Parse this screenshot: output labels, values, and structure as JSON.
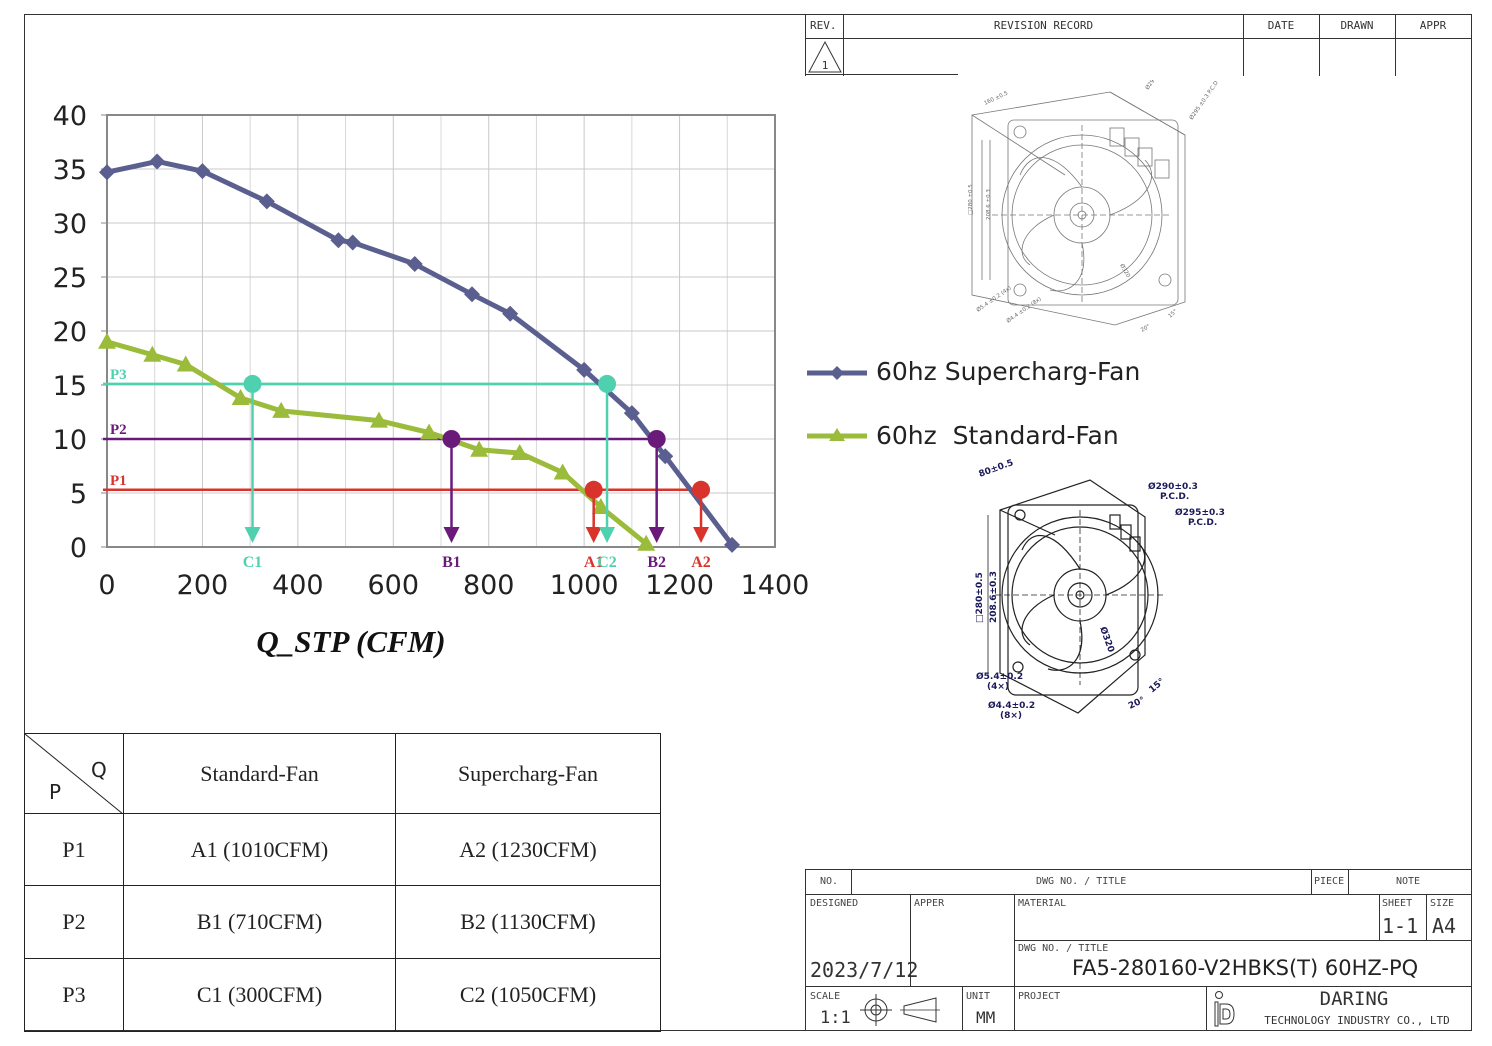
{
  "revision": {
    "rev_label": "REV.",
    "record_label": "REVISION RECORD",
    "date_label": "DATE",
    "drawn_label": "DRAWN",
    "appr_label": "APPR",
    "rev_number": "1"
  },
  "chart_data": {
    "type": "line",
    "title": "",
    "xlabel": "Q_STP (CFM)",
    "ylabel": "",
    "xlim": [
      0,
      1400
    ],
    "ylim": [
      0,
      40
    ],
    "x_ticks": [
      "0",
      "200",
      "400",
      "600",
      "800",
      "1000",
      "1200",
      "1400"
    ],
    "y_ticks": [
      "0",
      "5",
      "10",
      "15",
      "20",
      "25",
      "30",
      "35",
      "40"
    ],
    "grid": true,
    "legend_placement": "right",
    "series": [
      {
        "name": "60hz Supercharg-Fan",
        "color": "#5b5f8f",
        "marker": "diamond",
        "x": [
          0,
          105,
          200,
          335,
          485,
          515,
          645,
          765,
          845,
          1000,
          1100,
          1170,
          1310
        ],
        "y": [
          34.7,
          35.7,
          34.8,
          32.0,
          28.4,
          28.2,
          26.2,
          23.4,
          21.6,
          16.4,
          12.4,
          8.4,
          0.2
        ]
      },
      {
        "name": "60hz  Standard-Fan",
        "color": "#9bbb3a",
        "marker": "triangle",
        "x": [
          0,
          95,
          165,
          280,
          365,
          570,
          675,
          780,
          865,
          955,
          1035,
          1130
        ],
        "y": [
          19.0,
          17.8,
          16.9,
          13.8,
          12.6,
          11.7,
          10.6,
          9.0,
          8.7,
          6.9,
          3.7,
          0.3
        ]
      }
    ],
    "annotations": [
      {
        "label": "P1",
        "y": 5.3,
        "color": "#d9342b"
      },
      {
        "label": "P2",
        "y": 10.0,
        "color": "#6a1b7a"
      },
      {
        "label": "P3",
        "y": 15.1,
        "color": "#4fd1b0"
      }
    ],
    "points": [
      {
        "label": "A1",
        "x": 1020,
        "y": 5.3,
        "color": "#d9342b"
      },
      {
        "label": "A2",
        "x": 1245,
        "y": 5.3,
        "color": "#d9342b"
      },
      {
        "label": "B1",
        "x": 722,
        "y": 10.0,
        "color": "#6a1b7a"
      },
      {
        "label": "B2",
        "x": 1152,
        "y": 10.0,
        "color": "#6a1b7a"
      },
      {
        "label": "C1",
        "x": 305,
        "y": 15.1,
        "color": "#4fd1b0"
      },
      {
        "label": "C2",
        "x": 1048,
        "y": 15.1,
        "color": "#4fd1b0"
      }
    ]
  },
  "drawing_top": {
    "dim_1": "160 ±0.5",
    "dim_2": "Ø290 ±0.3 P.C.D",
    "dim_3": "Ø295 ±0.3 P.C.D",
    "dim_4": "□280 ±0.5",
    "dim_5": "208.6 ±0.3",
    "dim_6": "Ø320",
    "dim_7": "Ø5.4 ±0.2 (4x)",
    "dim_8": "Ø4.4 ±0.2 (8x)",
    "dim_9": "20°",
    "dim_10": "15°"
  },
  "drawing_bottom": {
    "dim_1": "80±0.5",
    "dim_2": "Ø290±0.3",
    "dim_2b": "P.C.D.",
    "dim_3": "Ø295±0.3",
    "dim_3b": "P.C.D.",
    "dim_4": "□280±0.5",
    "dim_5": "208.6±0.3",
    "dim_6": "Ø320",
    "dim_7": "Ø5.4±0.2",
    "dim_7b": "(4×)",
    "dim_8": "Ø4.4±0.2",
    "dim_8b": "(8×)",
    "dim_9": "20°",
    "dim_10": "15°"
  },
  "table": {
    "corner_q": "Q",
    "corner_p": "P",
    "header_standard": "Standard-Fan",
    "header_super": "Supercharg-Fan",
    "rows": [
      {
        "p": "P1",
        "standard": "A1 (1010CFM)",
        "super": "A2 (1230CFM)"
      },
      {
        "p": "P2",
        "standard": "B1 (710CFM)",
        "super": "B2 (1130CFM)"
      },
      {
        "p": "P3",
        "standard": "C1 (300CFM)",
        "super": "C2 (1050CFM)"
      }
    ]
  },
  "title_block": {
    "no_label": "NO.",
    "dwg_title_label": "DWG NO. / TITLE",
    "piece_label": "PIECE",
    "note_label": "NOTE",
    "designed_label": "DESIGNED",
    "apper_label": "APPER",
    "material_label": "MATERIAL",
    "sheet_label": "SHEET",
    "sheet_value": "1-1",
    "size_label": "SIZE",
    "size_value": "A4",
    "dwg_title_label2": "DWG NO. / TITLE",
    "date_value": "2023/7/12",
    "drawing_number": "FA5-280160-V2HBKS(T) 60HZ-PQ",
    "scale_label": "SCALE",
    "scale_value": "1:1",
    "unit_label": "UNIT",
    "unit_value": "MM",
    "project_label": "PROJECT",
    "company_name": "DARING",
    "company_sub": "TECHNOLOGY INDUSTRY CO., LTD"
  }
}
